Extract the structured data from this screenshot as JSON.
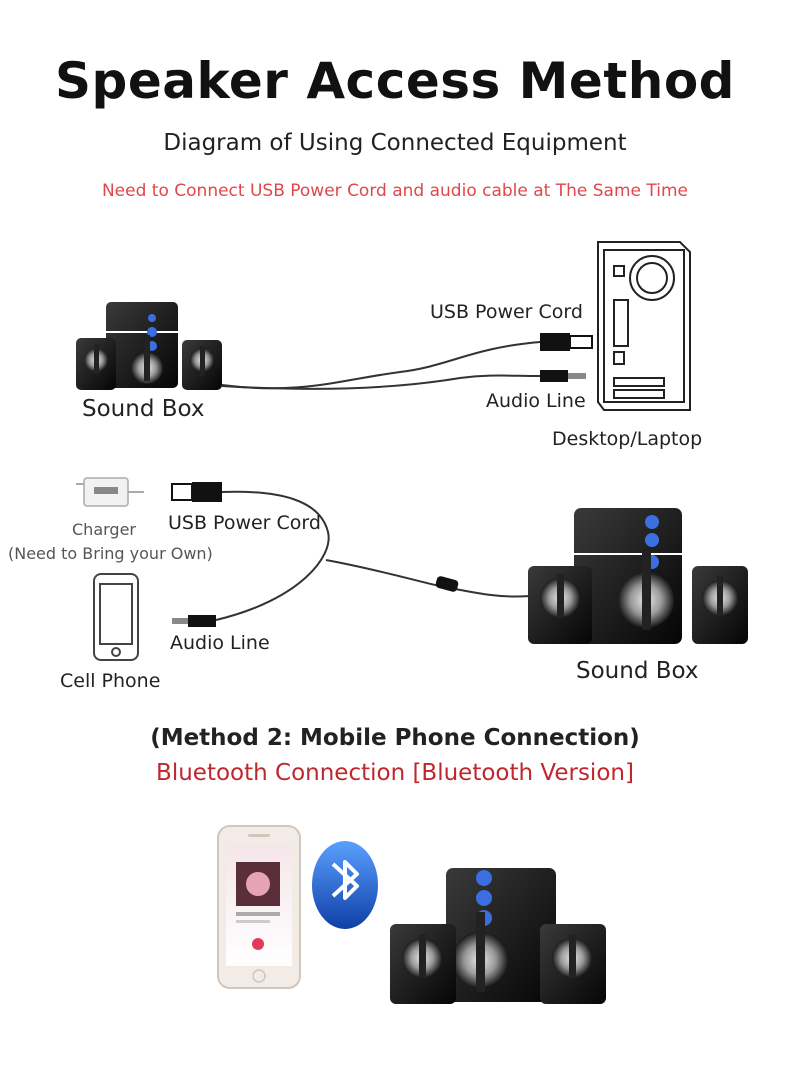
{
  "header": {
    "title": "Speaker Access Method",
    "subtitle": "Diagram of Using Connected Equipment",
    "note": "Need to Connect USB Power Cord and audio cable at The Same Time"
  },
  "method1": {
    "speaker_label": "Sound Box",
    "usb_label": "USB Power Cord",
    "audio_label": "Audio Line",
    "computer_label": "Desktop/Laptop"
  },
  "mobile": {
    "charger_label": "Charger",
    "charger_note": "(Need to Bring your Own)",
    "usb_label": "USB Power Cord",
    "audio_label": "Audio Line",
    "phone_label": "Cell Phone",
    "speaker_label": "Sound Box"
  },
  "method2": {
    "title": "(Method 2: Mobile Phone Connection)",
    "subtitle": "Bluetooth Connection [Bluetooth Version]"
  },
  "colors": {
    "accent_red": "#c0272d",
    "note_red": "#e0474c",
    "bluetooth_blue": "#1f63d6"
  }
}
